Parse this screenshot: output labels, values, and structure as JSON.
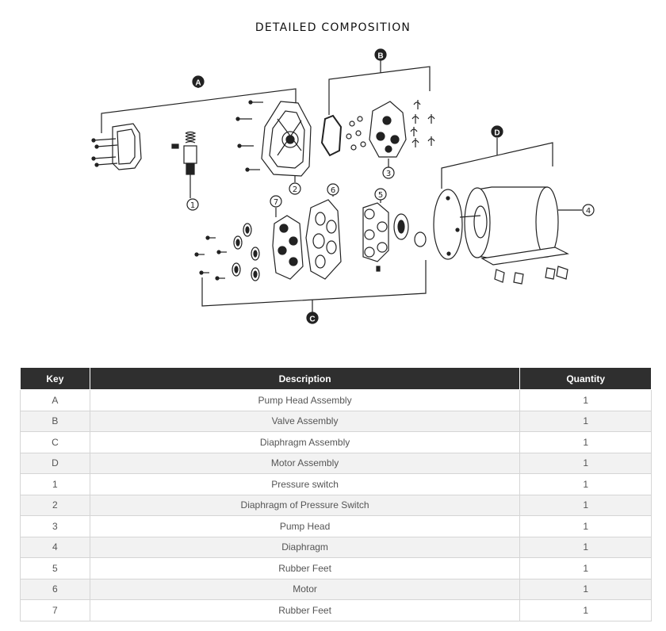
{
  "title": "DETAILED COMPOSITION",
  "diagram": {
    "group_labels": [
      "A",
      "B",
      "C",
      "D"
    ],
    "part_numbers": [
      "1",
      "2",
      "3",
      "4",
      "5",
      "6",
      "7"
    ]
  },
  "table": {
    "headers": [
      "Key",
      "Description",
      "Quantity"
    ],
    "rows": [
      [
        "A",
        "Pump Head Assembly",
        "1"
      ],
      [
        "B",
        "Valve Assembly",
        "1"
      ],
      [
        "C",
        "Diaphragm Assembly",
        "1"
      ],
      [
        "D",
        "Motor Assembly",
        "1"
      ],
      [
        "1",
        "Pressure switch",
        "1"
      ],
      [
        "2",
        "Diaphragm of Pressure Switch",
        "1"
      ],
      [
        "3",
        "Pump Head",
        "1"
      ],
      [
        "4",
        "Diaphragm",
        "1"
      ],
      [
        "5",
        "Rubber Feet",
        "1"
      ],
      [
        "6",
        "Motor",
        "1"
      ],
      [
        "7",
        "Rubber Feet",
        "1"
      ]
    ]
  }
}
